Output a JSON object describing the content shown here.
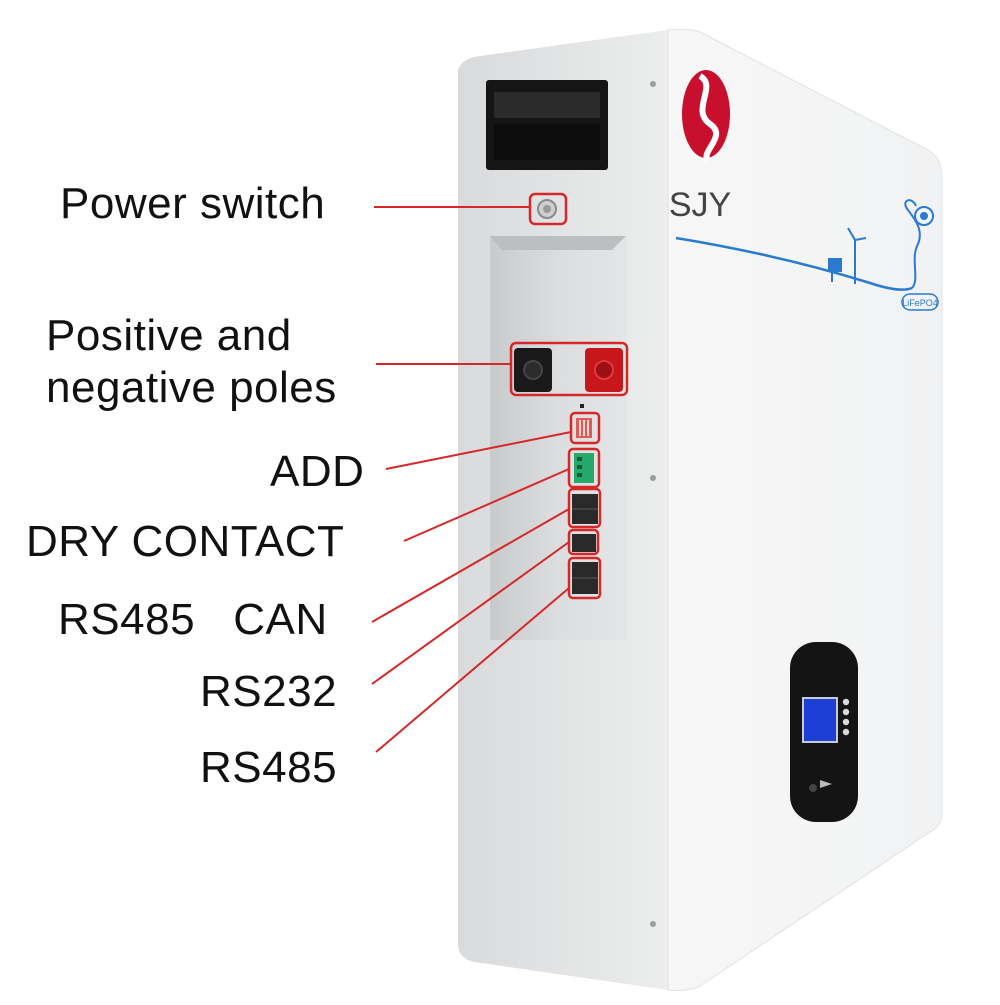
{
  "product": {
    "brand_logo_text": "SJY",
    "chemistry_label": "LiFePO4",
    "display_panel": {
      "button_count": 4
    },
    "colors": {
      "callout_line": "#d62828",
      "body": "#f2f3f4",
      "accent_wave": "#2a7bd0",
      "logo_red": "#c8102e",
      "lcd_blue": "#1d3fd6",
      "positive_pole": "#c8161d",
      "negative_pole": "#1a1a1a",
      "dry_contact_terminal": "#27a86a"
    }
  },
  "callouts": {
    "power_switch": "Power switch",
    "poles_line1": "Positive and",
    "poles_line2": "negative poles",
    "add": "ADD",
    "dry_contact": "DRY CONTACT",
    "rs485_can": "RS485   CAN",
    "rs232": "RS232",
    "rs485": "RS485"
  }
}
